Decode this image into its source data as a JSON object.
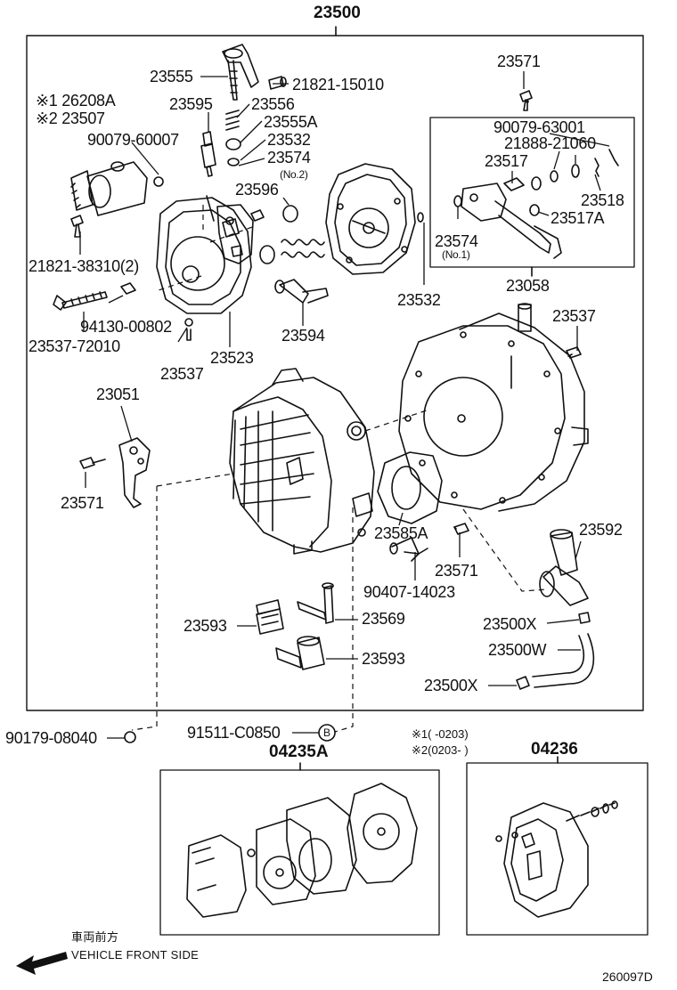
{
  "labels": {
    "main_assembly": "23500",
    "p23555": "23555",
    "p21821_15010": "21821-15010",
    "note_star1_26208A": "※1 26208A",
    "note_star2_23507": "※2 23507",
    "p23595": "23595",
    "p23556": "23556",
    "p23555A": "23555A",
    "p90079_60007": "90079-60007",
    "p23532_top": "23532",
    "p23574_top": "23574",
    "no2": "(No.2)",
    "p23596": "23596",
    "p21821_38310": "21821-38310(2)",
    "p94130_00802": "94130-00802",
    "p23537_72010": "23537-72010",
    "p23537_left": "23537",
    "p23523": "23523",
    "p23594": "23594",
    "p23532_mid": "23532",
    "p23571_top": "23571",
    "p90079_63001": "90079-63001",
    "p21888_21060": "21888-21060",
    "p23517": "23517",
    "p23518": "23518",
    "p23517A": "23517A",
    "p23574_box": "23574",
    "no1": "(No.1)",
    "p23058": "23058",
    "p23537_right": "23537",
    "p23051": "23051",
    "p23571_left": "23571",
    "p23585A": "23585A",
    "p23571_mid": "23571",
    "p90407_14023": "90407-14023",
    "p23592": "23592",
    "p23593_a": "23593",
    "p23569": "23569",
    "p23593_b": "23593",
    "p23500X_a": "23500X",
    "p23500W": "23500W",
    "p23500X_b": "23500X",
    "p90179_08040": "90179-08040",
    "p91511_C0850": "91511-C0850",
    "circle_b": "B",
    "note_star1_range": "※1(      -0203)",
    "note_star2_range": "※2(0203-      )",
    "p04235A": "04235A",
    "p04236": "04236",
    "front_jp": "車両前方",
    "front_en": "VEHICLE FRONT SIDE",
    "drawing_code": "260097D"
  }
}
